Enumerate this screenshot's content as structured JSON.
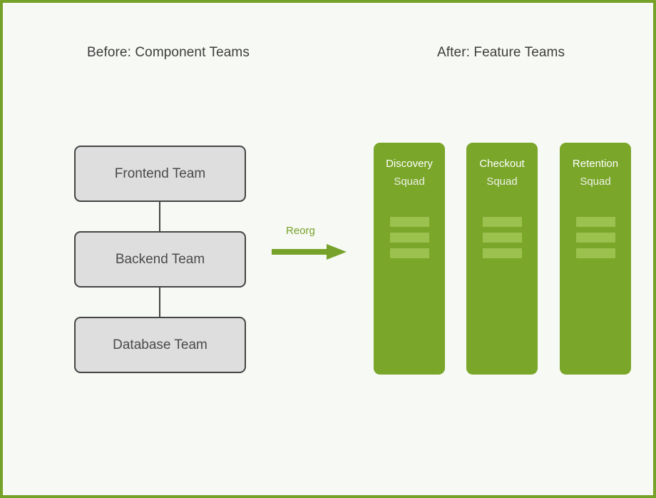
{
  "diagram": {
    "background_color": "#f7f9f4",
    "border_color": "#76a22a",
    "columns": {
      "before_title": "Before: Component Teams",
      "after_title": "After: Feature Teams"
    },
    "component_teams": [
      {
        "label": "Frontend Team"
      },
      {
        "label": "Backend Team"
      },
      {
        "label": "Database Team"
      }
    ],
    "component_team_style": {
      "fill": "#dedede",
      "stroke": "#454545",
      "text_color": "#4a4a4a"
    },
    "transition": {
      "label": "Reorg",
      "arrow_color": "#76a22a",
      "direction": "right"
    },
    "feature_squads": [
      {
        "name": "Discovery",
        "subtitle": "Squad",
        "bars": 3
      },
      {
        "name": "Checkout",
        "subtitle": "Squad",
        "bars": 3
      },
      {
        "name": "Retention",
        "subtitle": "Squad",
        "bars": 3
      }
    ],
    "feature_squad_style": {
      "fill": "#7aa62a",
      "bar_fill": "#9cc14e",
      "name_color": "#ffffff",
      "subtitle_color": "#eef2e6"
    },
    "icons": {
      "arrow": "arrow-right-icon"
    }
  }
}
